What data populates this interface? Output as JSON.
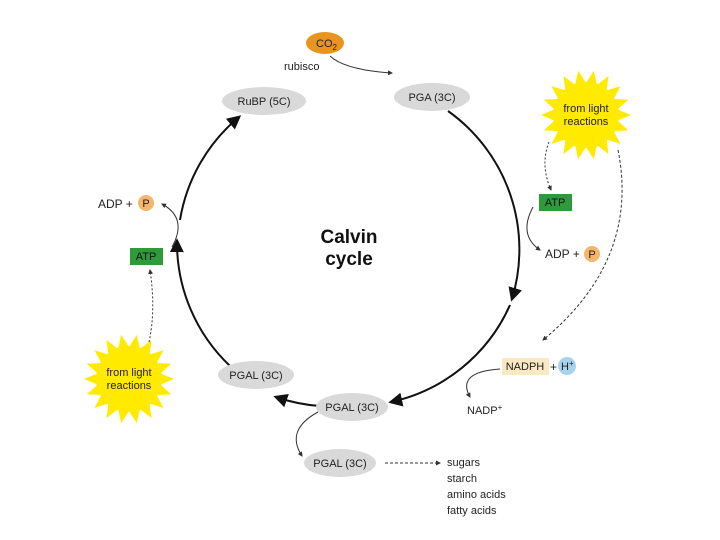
{
  "title": {
    "line1": "Calvin",
    "line2": "cycle"
  },
  "molecules": {
    "co2": "CO",
    "co2_sub": "2",
    "rubisco": "rubisco",
    "rubp": "RuBP (5C)",
    "pga": "PGA (3C)",
    "pgal_left": "PGAL (3C)",
    "pgal_bottom": "PGAL (3C)",
    "pgal_out": "PGAL (3C)"
  },
  "energy": {
    "atp_right": "ATP",
    "atp_left": "ATP",
    "adp_right": "ADP +",
    "adp_left": "ADP +",
    "p_right": "P",
    "p_left": "P",
    "nadph": "NADPH",
    "nadph_plus": "+",
    "h": "H",
    "h_sup": "+",
    "nadp": "NADP",
    "nadp_sup": "+"
  },
  "suns": {
    "top_right": {
      "line1": "from light",
      "line2": "reactions"
    },
    "bottom_left": {
      "line1": "from light",
      "line2": "reactions"
    }
  },
  "products": [
    "sugars",
    "starch",
    "amino acids",
    "fatty acids"
  ],
  "colors": {
    "ellipse": "#d9d9d9",
    "atp_green": "#2e9a3a",
    "phosphate_orange": "#f5b56a",
    "co2_orange": "#e8951f",
    "nadph_fill": "#fbe9c4",
    "h_blue": "#a9d2ef",
    "sun_yellow": "#ffea00",
    "cycle_line": "#111111"
  }
}
